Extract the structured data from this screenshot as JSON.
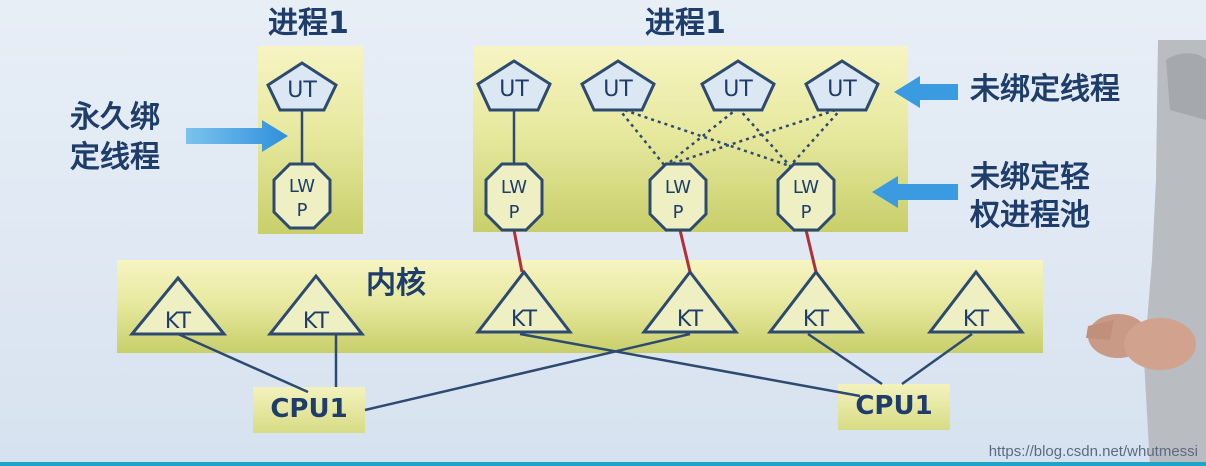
{
  "left_process": {
    "title": "进程1",
    "ut": "UT",
    "lwp_line1": "LW",
    "lwp_line2": "P"
  },
  "right_process": {
    "title": "进程1",
    "ut": "UT",
    "lwp_line1": "LW",
    "lwp_line2": "P"
  },
  "kernel": {
    "label": "内核",
    "kt": "KT"
  },
  "cpus": [
    "CPU1",
    "CPU1"
  ],
  "annotations": {
    "permanent_bound_line1": "永久绑",
    "permanent_bound_line2": "定线程",
    "unbound_threads": "未绑定线程",
    "unbound_lwp_pool_line1": "未绑定轻",
    "unbound_lwp_pool_line2": "权进程池"
  },
  "watermark": "https://blog.csdn.net/whutmessi",
  "colors": {
    "text": "#1e3d6b",
    "box_yellow": "#e8e9a0",
    "arrow": "#3a9be0",
    "lwp_kt_link": "#b0303a",
    "background": "#dfe8f3"
  }
}
